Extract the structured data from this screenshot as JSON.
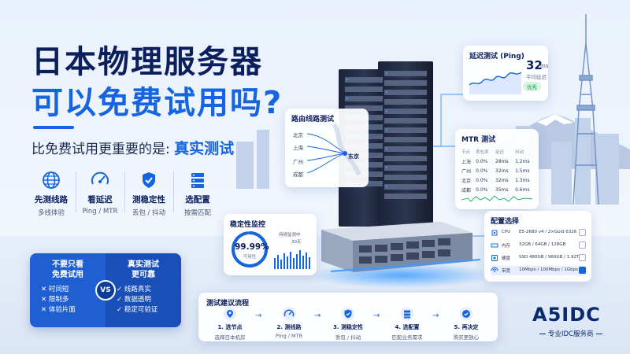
{
  "headline": {
    "line1": "日本物理服务器",
    "line2": "可以免费试用吗?",
    "sub_prefix": "比免费试用更重要的是:",
    "sub_emphasis": "真实测试"
  },
  "features": [
    {
      "title": "先测线路",
      "sub": "多线体验",
      "icon": "globe-icon"
    },
    {
      "title": "看延迟",
      "sub": "Ping / MTR",
      "icon": "gauge-icon"
    },
    {
      "title": "测稳定性",
      "sub": "丢包 / 抖动",
      "icon": "shield-check-icon"
    },
    {
      "title": "选配置",
      "sub": "按需匹配",
      "icon": "server-icon"
    }
  ],
  "compare": {
    "left_title_1": "不要只看",
    "left_title_2": "免费试用",
    "left_items": [
      "✕ 时间短",
      "✕ 限制多",
      "✕ 体验片面"
    ],
    "vs": "VS",
    "right_title_1": "真实测试",
    "right_title_2": "更可靠",
    "right_items": [
      "✓ 线路真实",
      "✓ 数据透明",
      "✓ 稳定可验证"
    ]
  },
  "ping_card": {
    "title": "延迟测试 (Ping)",
    "value": "32",
    "unit": "ms",
    "sub": "平均延迟",
    "badge": "优秀"
  },
  "route_card": {
    "title": "路由线路测试",
    "cities": [
      "北京",
      "上海",
      "广州",
      "成都"
    ],
    "destination": "东京"
  },
  "mtr_card": {
    "title": "MTR 测试",
    "headers": [
      "节点",
      "丢包率",
      "延迟",
      "抖动"
    ],
    "rows": [
      [
        "上海",
        "0.0%",
        "28ms",
        "1.2ms"
      ],
      [
        "广州",
        "0.0%",
        "32ms",
        "1.5ms"
      ],
      [
        "北京",
        "0.0%",
        "32ms",
        "1.3ms"
      ],
      [
        "成都",
        "0.0%",
        "35ms",
        "0.6ms"
      ]
    ]
  },
  "stability_card": {
    "title": "稳定性监控",
    "percent": "99.99%",
    "percent_sub": "可用性",
    "monitor_label": "持续监测中",
    "monitor_days": "30天",
    "availability": 0.9999
  },
  "config_card": {
    "title": "配置选择",
    "rows": [
      {
        "key": "CPU",
        "value": "E5-2680 v4 / 2×Gold 6326",
        "checked": false,
        "icon": "cpu-icon"
      },
      {
        "key": "内存",
        "value": "32GB / 64GB / 128GB",
        "checked": false,
        "icon": "memory-icon"
      },
      {
        "key": "硬盘",
        "value": "SSD 480GB / 960GB / 1.92TB",
        "checked": false,
        "icon": "disk-icon"
      },
      {
        "key": "带宽",
        "value": "10Mbps / 100Mbps / 1Gbps",
        "checked": true,
        "icon": "bandwidth-icon"
      }
    ]
  },
  "flow_card": {
    "title": "测试建议流程",
    "steps": [
      {
        "title": "1. 选节点",
        "sub": "选择日本机房",
        "icon": "location-pin-icon"
      },
      {
        "title": "2. 测线路",
        "sub": "Ping / MTR",
        "icon": "gauge-icon"
      },
      {
        "title": "3. 测稳定性",
        "sub": "丢包 / 抖动",
        "icon": "shield-check-icon"
      },
      {
        "title": "4. 选配置",
        "sub": "匹配业务需求",
        "icon": "server-icon"
      },
      {
        "title": "5. 再决定",
        "sub": "购买更放心",
        "icon": "check-circle-icon"
      }
    ]
  },
  "brand": {
    "name": "A5IDC",
    "tagline": "专业IDC服务商"
  },
  "colors": {
    "primary": "#1565e0",
    "navy": "#0b1f5c",
    "success": "#1f9a53"
  }
}
